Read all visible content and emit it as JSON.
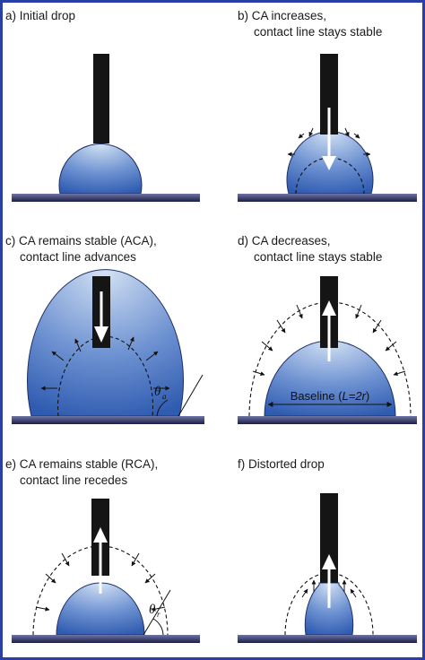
{
  "panels": {
    "a": {
      "caption": "a) Initial drop"
    },
    "b": {
      "caption_line1": "b) CA increases,",
      "caption_line2": "contact line stays stable"
    },
    "c": {
      "caption_line1": "c) CA remains stable (ACA),",
      "caption_line2": "contact line advances",
      "angle_symbol": "θ",
      "angle_subscript": "a"
    },
    "d": {
      "caption_line1": "d) CA decreases,",
      "caption_line2": "contact line stays stable",
      "baseline_prefix": "Baseline (",
      "baseline_formula": "L=2r",
      "baseline_suffix": ")"
    },
    "e": {
      "caption_line1": "e) CA remains stable (RCA),",
      "caption_line2": "contact line recedes",
      "angle_symbol": "θ",
      "angle_subscript": "r"
    },
    "f": {
      "caption": "f) Distorted drop"
    }
  },
  "colors": {
    "frame": "#2a3fa6",
    "needle": "#151515",
    "drop_light": "#d4e2f4",
    "drop_dark": "#2f5bb0",
    "substrate_light": "#6e74a4",
    "substrate_dark": "#1c1e45"
  }
}
